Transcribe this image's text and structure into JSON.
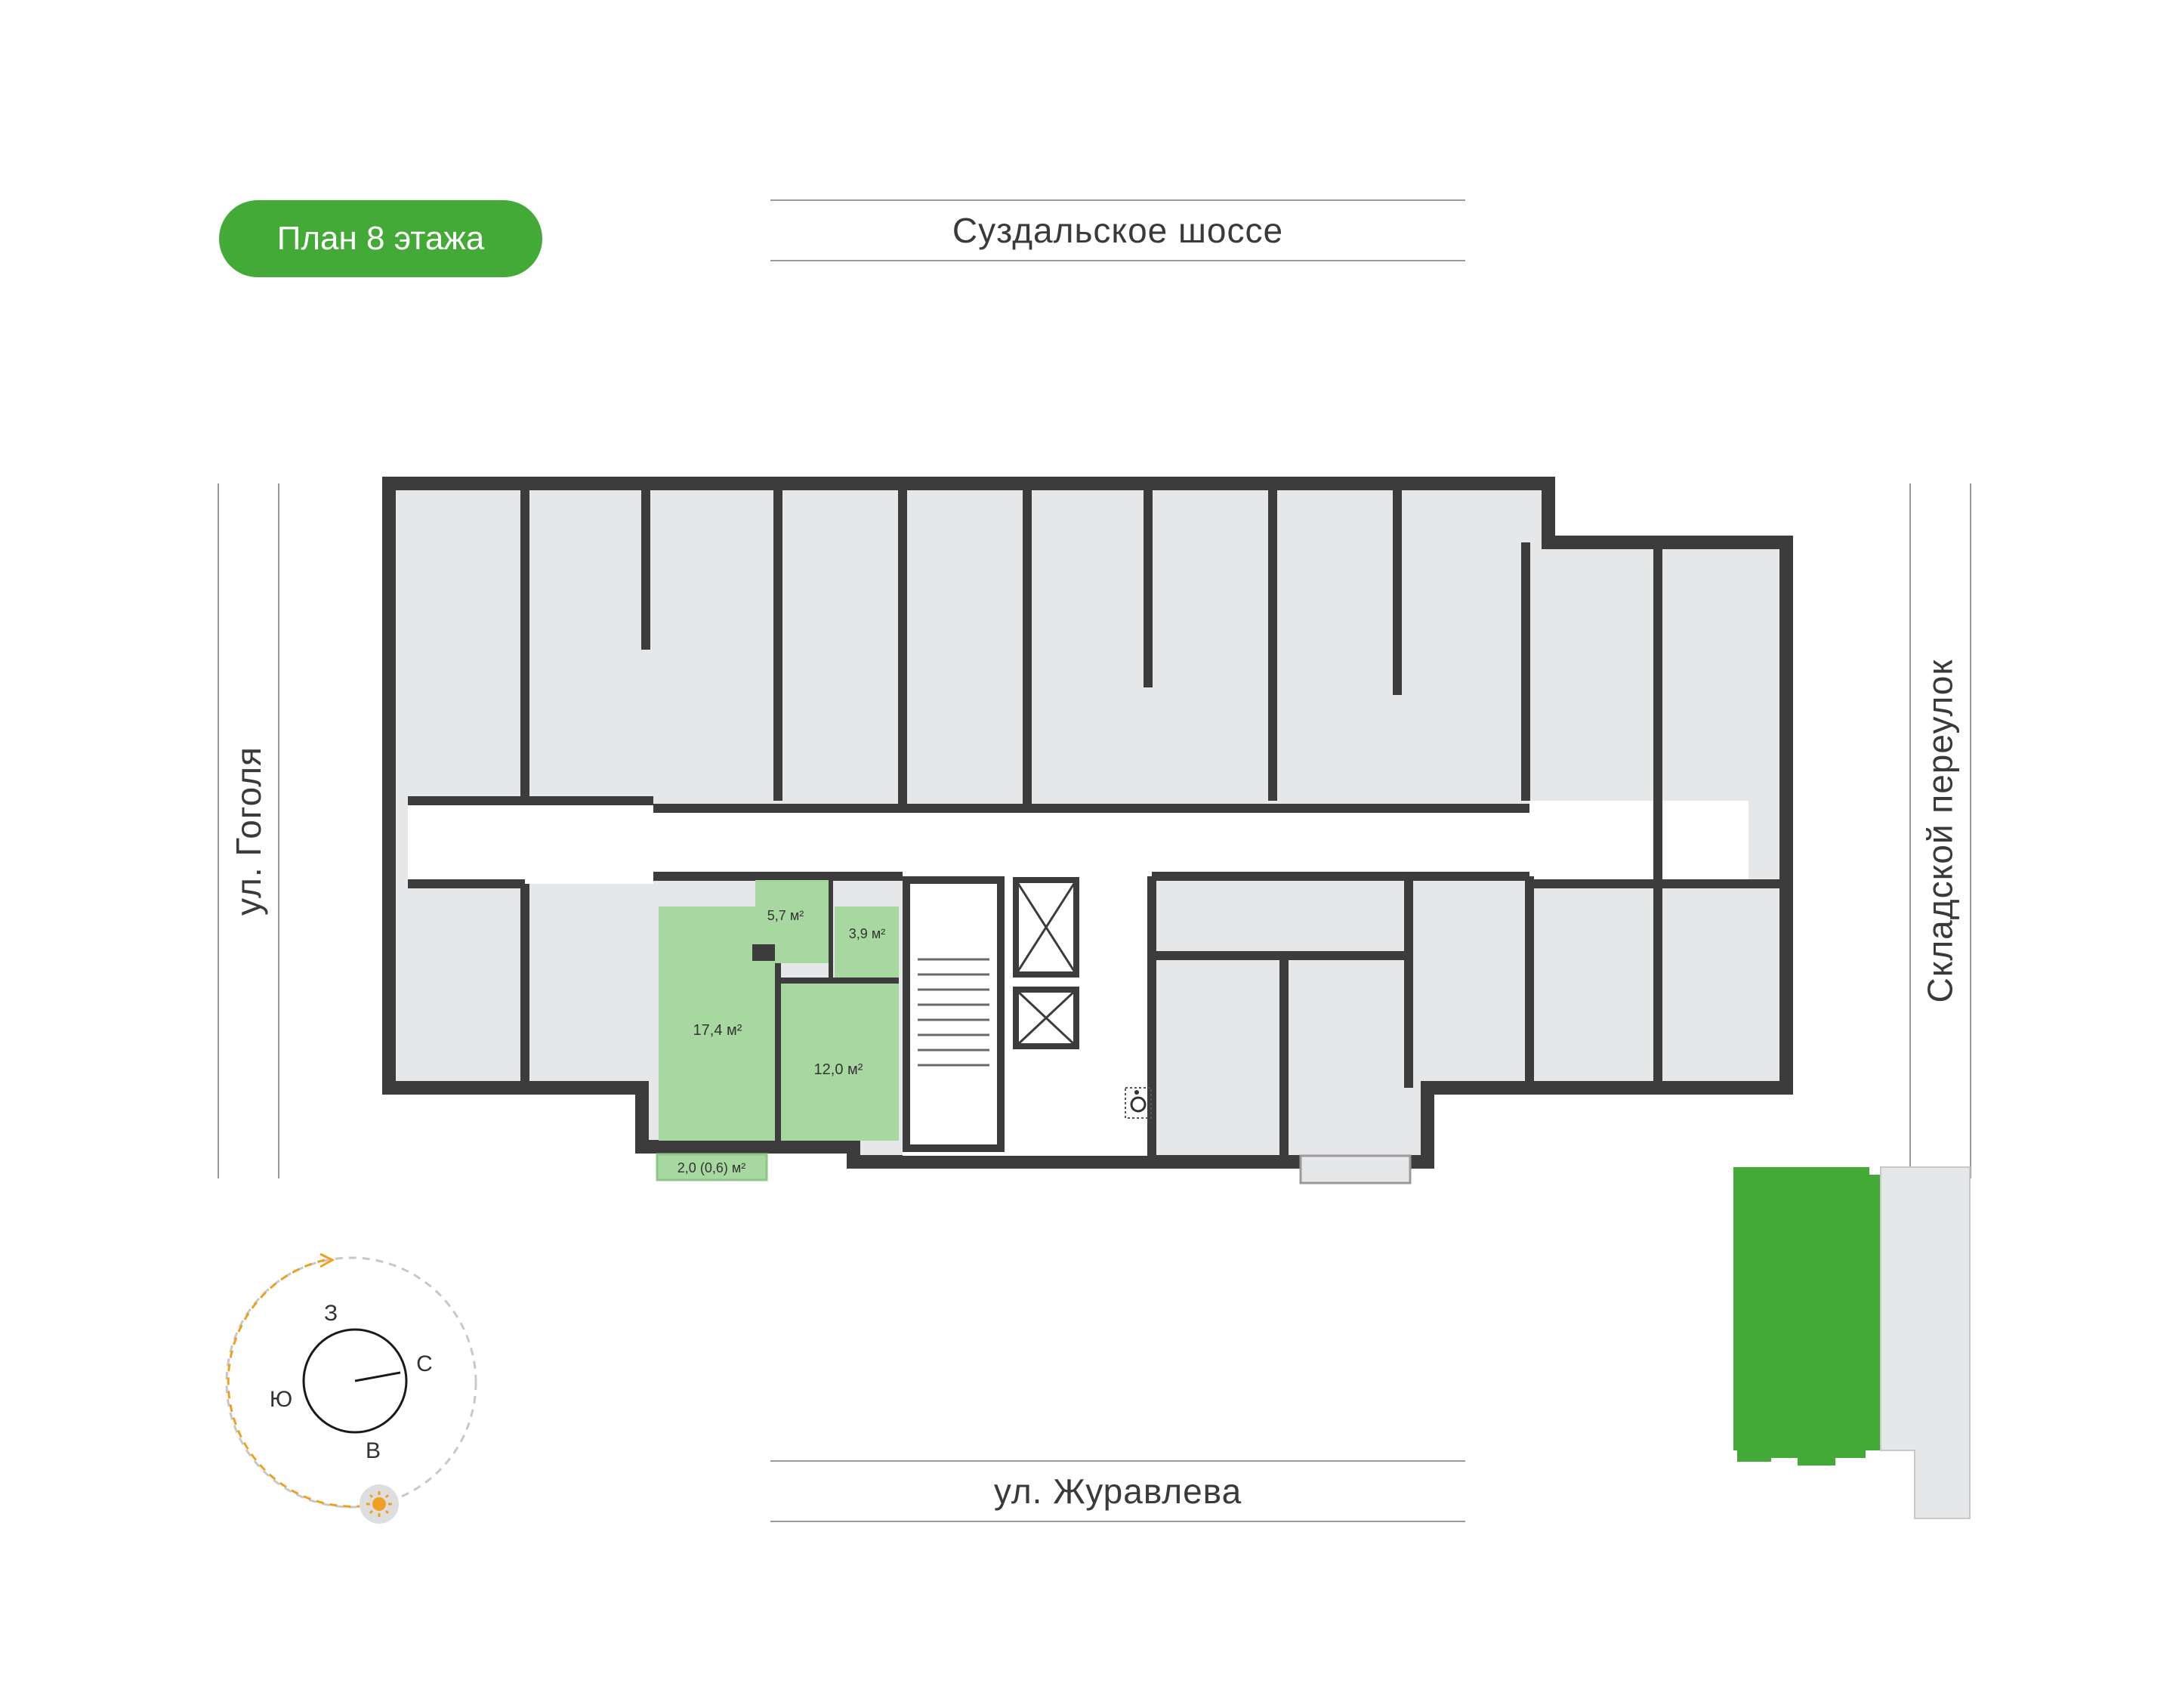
{
  "header": {
    "title": "План 8 этажа"
  },
  "streets": {
    "top": "Суздальское шоссе",
    "bottom": "ул. Журавлева",
    "left": "ул. Гоголя",
    "right": "Складской переулок"
  },
  "apartment": {
    "rooms": [
      {
        "area": "17,4 м²"
      },
      {
        "area": "12,0 м²"
      },
      {
        "area": "5,7 м²"
      },
      {
        "area": "3,9 м²"
      }
    ],
    "balcony_area": "2,0 (0,6) м²"
  },
  "compass": {
    "north": "С",
    "south": "Ю",
    "east": "В",
    "west": "З"
  },
  "colors": {
    "accent": "#43aa37",
    "apartment_fill": "#a7d8a0",
    "wall": "#3c3c3c",
    "room_fill": "#e6e7e9",
    "sun_path": "#f0a020"
  }
}
